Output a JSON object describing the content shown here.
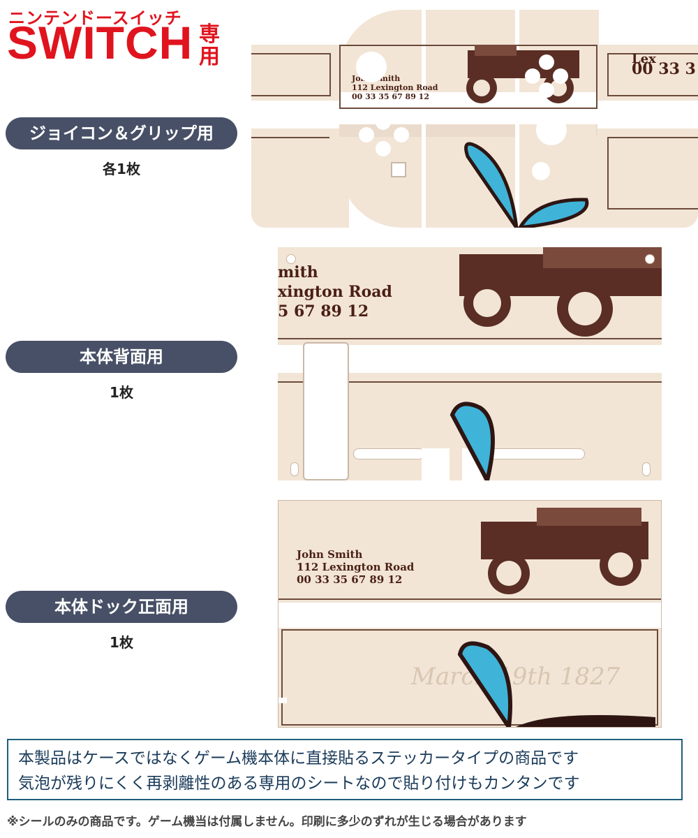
{
  "header": {
    "subtitle": "ニンテンドースイッチ",
    "brand": "SWITCH",
    "senyo": "専用"
  },
  "sections": [
    {
      "label": "ジョイコン＆グリップ用",
      "count": "各1枚"
    },
    {
      "label": "本体背面用",
      "count": "1枚"
    },
    {
      "label": "本体ドック正面用",
      "count": "1枚"
    }
  ],
  "sticker_text": {
    "name": "John Smith",
    "address": "112 Lexington Road",
    "phone": "00 33 35 67 89 12",
    "name_partial": "mith",
    "address_partial": "xington Road",
    "phone_partial": "5 67 89 12",
    "phone_right_partial": "00 33 3",
    "name_right_partial": "Lex",
    "script": "March 19th 1827"
  },
  "notice": {
    "line1": "本製品はケースではなくゲーム機本体に直接貼るステッカータイプの商品です",
    "line2": "気泡が残りにくく再剥離性のある専用のシートなので貼り付けもカンタンです"
  },
  "footnote": "※シールのみの商品です。ゲーム機当は付属しません。印刷に多少のずれが生じる場合があります",
  "colors": {
    "brand_red": "#e0141e",
    "pill_bg": "#475066",
    "skin_beige": "#f2e5d6",
    "ink_brown": "#4a1f14",
    "butterfly_blue": "#3fb4d8",
    "notice_border": "#1f5f7a"
  }
}
